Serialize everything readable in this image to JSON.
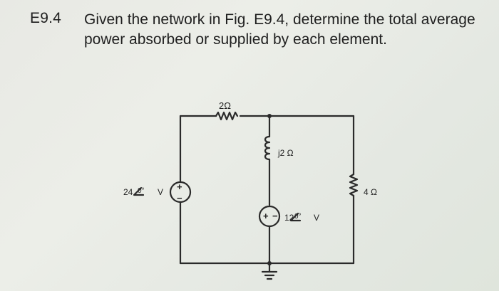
{
  "problem": {
    "number": "E9.4",
    "text": "Given the network in Fig. E9.4, determine the total average power absorbed or supplied by each element."
  },
  "circuit": {
    "resistor_top_label": "2Ω",
    "inductor_label": "j2 Ω",
    "resistor_right_label": "4 Ω",
    "source_left": {
      "magnitude": "24",
      "angle": "0°",
      "unit": "V"
    },
    "source_middle": {
      "magnitude": "12",
      "angle": "0°",
      "unit": "V"
    },
    "plus_sign": "+",
    "minus_sign": "−"
  }
}
